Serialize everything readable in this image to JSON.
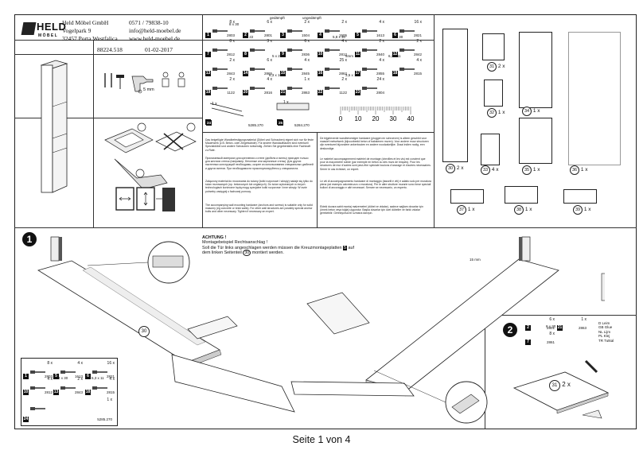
{
  "header": {
    "brand": "HELD",
    "brand_sub": "MÖBEL",
    "company": "Held Möbel GmbH",
    "street": "Vogelpark 9",
    "city": "32457 Porta Westfalica",
    "phone": "0571 / 79838-10",
    "email": "info@held-moebel.de",
    "web": "www.held-moebel.de",
    "article_no": "88224.518",
    "date": "01-02-2017"
  },
  "tools": {
    "drill_size": "5 mm"
  },
  "hardware": {
    "labels_top": [
      "gedämpft",
      "ungedämpft"
    ],
    "items": [
      {
        "num": "1",
        "qty": "8 x",
        "code": "2803"
      },
      {
        "num": "2",
        "qty": "6 x",
        "code": "2801"
      },
      {
        "num": "3",
        "qty": "2 x",
        "code": "1504"
      },
      {
        "num": "4",
        "qty": "2 x",
        "code": "1505"
      },
      {
        "num": "5",
        "qty": "4 x",
        "code": "1613"
      },
      {
        "num": "6",
        "qty": "16 x",
        "code": "2821"
      },
      {
        "num": "7",
        "qty": "8 x",
        "code": "2812"
      },
      {
        "num": "8",
        "qty": "3 x",
        "code": ""
      },
      {
        "num": "9",
        "qty": "6 x",
        "code": "2836"
      },
      {
        "num": "10",
        "qty": "4 x",
        "code": "2812"
      },
      {
        "num": "11",
        "qty": "2 x",
        "code": "2840"
      },
      {
        "num": "12",
        "qty": "2 x",
        "code": "2842"
      },
      {
        "num": "13",
        "qty": "2 x",
        "code": "2843"
      },
      {
        "num": "14",
        "qty": "6 x",
        "code": "2865"
      },
      {
        "num": "15",
        "qty": "4 x",
        "code": "2845"
      },
      {
        "num": "16",
        "qty": "25 x",
        "code": "2862"
      },
      {
        "num": "17",
        "qty": "4 x",
        "code": "2855"
      },
      {
        "num": "18",
        "qty": "4 x",
        "code": "2815"
      },
      {
        "num": "19",
        "qty": "2 x",
        "code": "1122"
      },
      {
        "num": "20",
        "qty": "4 x",
        "code": "2816"
      },
      {
        "num": "21",
        "qty": "1 x",
        "code": "2863"
      },
      {
        "num": "22",
        "qty": "2 x",
        "code": "1122"
      },
      {
        "num": "23",
        "qty": "24 x",
        "code": "2804"
      }
    ],
    "sizes": [
      "8 x 30",
      "4 x 22",
      "5,8 x 30",
      "8 x 30",
      "5 x 25",
      "5mm",
      "6,3 x 11",
      "6,3 x 16",
      "3,5 x 16"
    ],
    "long_items": [
      {
        "num": "24",
        "qty": "1 x",
        "code": "5285.270"
      },
      {
        "num": "25",
        "qty": "1 x",
        "code": "5284.270"
      }
    ],
    "ruler_ticks": [
      "0",
      "10",
      "20",
      "30",
      "40"
    ]
  },
  "panels": [
    {
      "num": "30",
      "qty": "2 x"
    },
    {
      "num": "31",
      "qty": "2 x"
    },
    {
      "num": "32",
      "qty": "1 x"
    },
    {
      "num": "33",
      "qty": "4 x"
    },
    {
      "num": "34",
      "qty": "1 x"
    },
    {
      "num": "35",
      "qty": "1 x"
    },
    {
      "num": "36",
      "qty": "1 x"
    },
    {
      "num": "37",
      "qty": "1 x"
    },
    {
      "num": "38",
      "qty": "1 x"
    },
    {
      "num": "39",
      "qty": "1 x"
    }
  ],
  "notes": {
    "de": "Das beigefügte Wandbefestigungsmaterial (Dübel und Schrauben) eignet sich nur für feste Mauerwerk (z.B. Beton- oder Ziegelwände). Für andere Wandaufbauten sind eventuell Spezialdübel und andere Schrauben notwendig. Ziehen Sie gegebenfalls eine Fachkraft zu Rate.",
    "ru": "Прилагаемый материал для крепления к стене (дюбеля и винты) пригоден только для жестких стенок (например, бетонные или кирпичные стены). Для других настенных конструкций необходимы, скорее из использования специальных дюбелей и других винтов. При необходимости проконсультируйтесь у специалиста.",
    "pl": "Załączony materiał do mocowania do ściany (kołki rozporowe i wkręty) nadaje się tylko do ścian murowanych (np. betonowych lub ceglanych). Do ścian wykonanych w innych technologiach konieczne będą mogą specjalne kołki rozporowe i inne wkręty. W razie potrzeby zasięgnij u fachowej pomocy.",
    "en": "The accompanying wall mounting hardware (anchors and screws) is suitable only for solid masonry (eg concrete or brick walls). For other wall structures are possibly special anchor bolts and other necessary. Tighten if necessary an expert.",
    "nl": "De bijgeleverde wandbevestiger hardware (pluggen en schroeven) is alleen geschikt voor massief metselwerk (bijvoorbeeld beton of bakstenen muren). Voor andere muur structuren zijn eventueel bijzondere ankerbouten en andere noodzakelijke. Draai indien nodig, een deskundige.",
    "fr": "Le matériel accompagnement matériel de montage (chevilles et les vis) est convient que pour la maçonnerie solide (par exemple en béton ou des murs de briques). Pour les structures de mur d'autres sont peut-être spéciale boulons d'ancrage et d'autres nécessaires. Serrer le cas échéant, un expert.",
    "it": "Le viti di accompagnamento hardware di montaggio (tasselli e viti) è adatto solo per muratura piena (ad esempio calcestruzzo o muratura). Per le altre strutture murarie sono forse speciali bulloni di ancoraggio e altri necessari. Serrare se necessario, un esperto.",
    "tr": "Ekteki duvara sabit montaj malzemeleri (dübel ve vidalar), sadece sağlam duvarlar için (örnek beton veya tuğla) uygundur. Başka duvarlar için özel dübeller ve farklı vidalar gerekebilir. Gerekiyorsa bir uzmana danışın."
  },
  "step1": {
    "number": "1",
    "attention_title": "ACHTUNG !",
    "attention_line1": "Montagebeispiel Rechtsanschlag !",
    "attention_line2": "Soll die Tür links angeschlagen werden müssen die Kreuzmontageplatten",
    "attention_ref": "5",
    "attention_line2b": "auf",
    "attention_line3": "dem linken Seitenteil",
    "attention_ref2": "30",
    "attention_line3b": "montiert werden.",
    "panel_label": "30",
    "dim": "15 mm",
    "inset_items": [
      {
        "num": "1",
        "qty": "8 x",
        "code": "2803"
      },
      {
        "num": "5",
        "qty": "4 x",
        "code": "1613"
      },
      {
        "num": "6",
        "qty": "16 x",
        "code": "2821"
      },
      {
        "num": "10",
        "qty": "4 x",
        "code": "2812"
      },
      {
        "num": "13",
        "qty": "2 x",
        "code": "2843"
      },
      {
        "num": "18",
        "qty": "4 x",
        "code": "2815"
      },
      {
        "num": "24",
        "qty": "1 x",
        "code": "5285.270"
      }
    ],
    "inset_sizes": [
      "4 x 30",
      "6,3 x 11"
    ]
  },
  "step2": {
    "number": "2",
    "panel_label": "31",
    "panel_qty": "2 x",
    "items": [
      {
        "num": "2",
        "qty": "6 x",
        "code": "2801"
      },
      {
        "num": "21",
        "qty": "1 x",
        "code": "2863"
      },
      {
        "num": "7",
        "qty": "8 x",
        "code": "2861"
      }
    ],
    "size": "8 x 30",
    "glue_legend": [
      "D  Leim",
      "GB Glue",
      "NL  Lijm",
      "PL  Klej",
      "TR  Tutkal"
    ]
  },
  "footer": {
    "page": "Seite 1 von 4"
  }
}
